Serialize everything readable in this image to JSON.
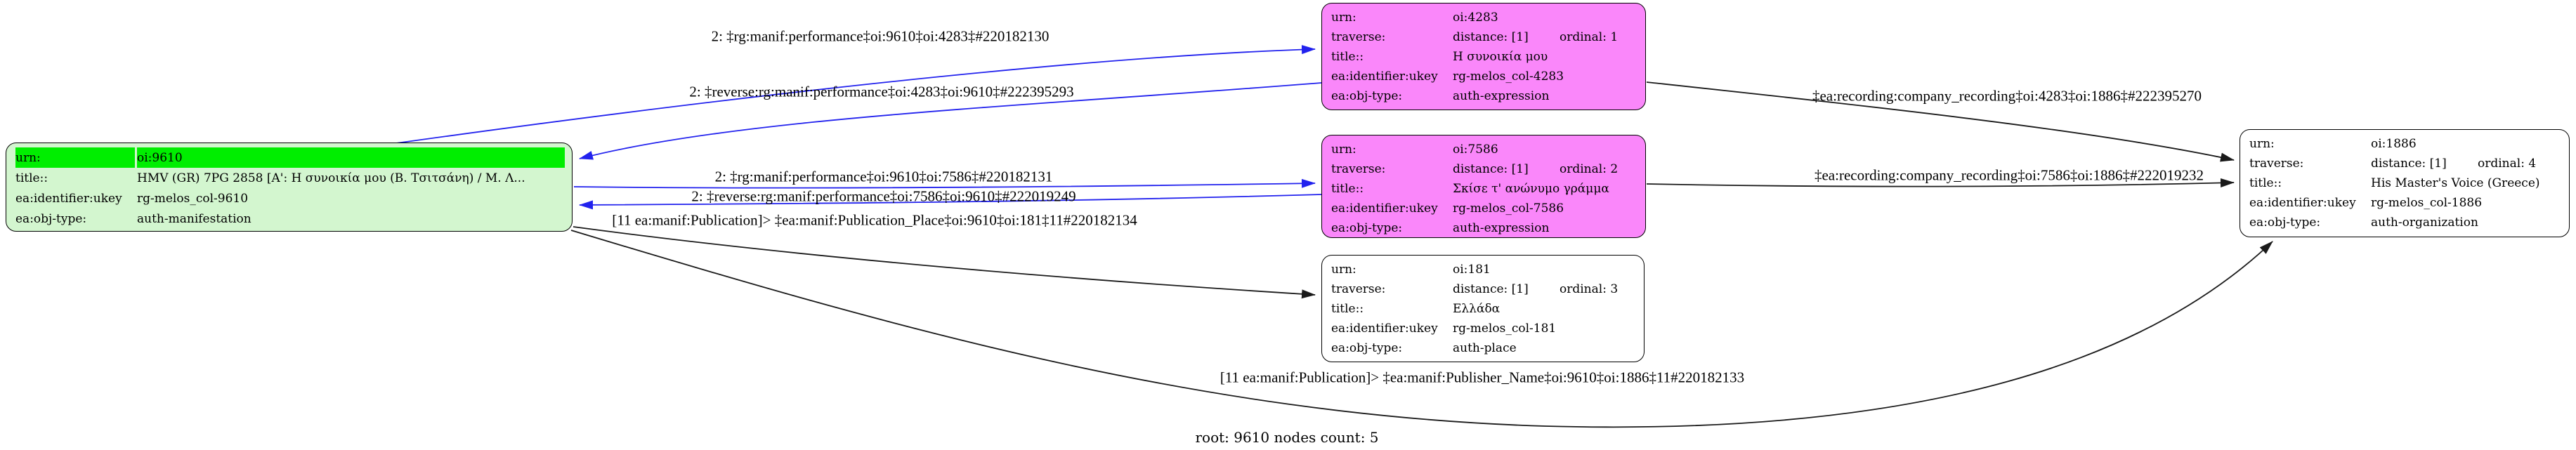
{
  "graph": {
    "root_label": "root: 9610 nodes count: 5"
  },
  "colors": {
    "node_green_body": "#d3f6cf",
    "node_green_header": "#00ee00",
    "node_magenta": "#fa87fa",
    "node_white": "#ffffff",
    "edge_blue": "#2222ee",
    "edge_black": "#1a1a1a"
  },
  "nodes": {
    "n9610": {
      "urn_label": "urn:",
      "urn": "oi:9610",
      "title_label": "title::",
      "title": "HMV (GR) 7PG 2858 [Α': Η συνοικία μου (Β. Τσιτσάνη) / Μ. Λ...",
      "ukey_label": "ea:identifier:ukey",
      "ukey": "rg-melos_col-9610",
      "objtype_label": "ea:obj-type:",
      "objtype": "auth-manifestation"
    },
    "n4283": {
      "urn_label": "urn:",
      "urn": "oi:4283",
      "traverse_label": "traverse:",
      "distance": "distance: [1]",
      "ordinal": "ordinal: 1",
      "title_label": "title::",
      "title": "Η συνοικία μου",
      "ukey_label": "ea:identifier:ukey",
      "ukey": "rg-melos_col-4283",
      "objtype_label": "ea:obj-type:",
      "objtype": "auth-expression"
    },
    "n7586": {
      "urn_label": "urn:",
      "urn": "oi:7586",
      "traverse_label": "traverse:",
      "distance": "distance: [1]",
      "ordinal": "ordinal: 2",
      "title_label": "title::",
      "title": "Σκίσε τ' ανώνυμο γράμμα",
      "ukey_label": "ea:identifier:ukey",
      "ukey": "rg-melos_col-7586",
      "objtype_label": "ea:obj-type:",
      "objtype": "auth-expression"
    },
    "n181": {
      "urn_label": "urn:",
      "urn": "oi:181",
      "traverse_label": "traverse:",
      "distance": "distance: [1]",
      "ordinal": "ordinal: 3",
      "title_label": "title::",
      "title": "Ελλάδα",
      "ukey_label": "ea:identifier:ukey",
      "ukey": "rg-melos_col-181",
      "objtype_label": "ea:obj-type:",
      "objtype": "auth-place"
    },
    "n1886": {
      "urn_label": "urn:",
      "urn": "oi:1886",
      "traverse_label": "traverse:",
      "distance": "distance: [1]",
      "ordinal": "ordinal: 4",
      "title_label": "title::",
      "title": "His Master's Voice (Greece)",
      "ukey_label": "ea:identifier:ukey",
      "ukey": "rg-melos_col-1886",
      "objtype_label": "ea:obj-type:",
      "objtype": "auth-organization"
    }
  },
  "edge_labels": {
    "l1": "2: ‡rg:manif:performance‡oi:9610‡oi:4283‡#220182130",
    "l2": "2: ‡reverse:rg:manif:performance‡oi:4283‡oi:9610‡#222395293",
    "l3": "2: ‡rg:manif:performance‡oi:9610‡oi:7586‡#220182131",
    "l4": "2: ‡reverse:rg:manif:performance‡oi:7586‡oi:9610‡#222019249",
    "l5": "[11 ea:manif:Publication]> ‡ea:manif:Publication_Place‡oi:9610‡oi:181‡11#220182134",
    "l6": "‡ea:recording:company_recording‡oi:4283‡oi:1886‡#222395270",
    "l7": "‡ea:recording:company_recording‡oi:7586‡oi:1886‡#222019232",
    "l8": "[11 ea:manif:Publication]> ‡ea:manif:Publisher_Name‡oi:9610‡oi:1886‡11#220182133"
  }
}
